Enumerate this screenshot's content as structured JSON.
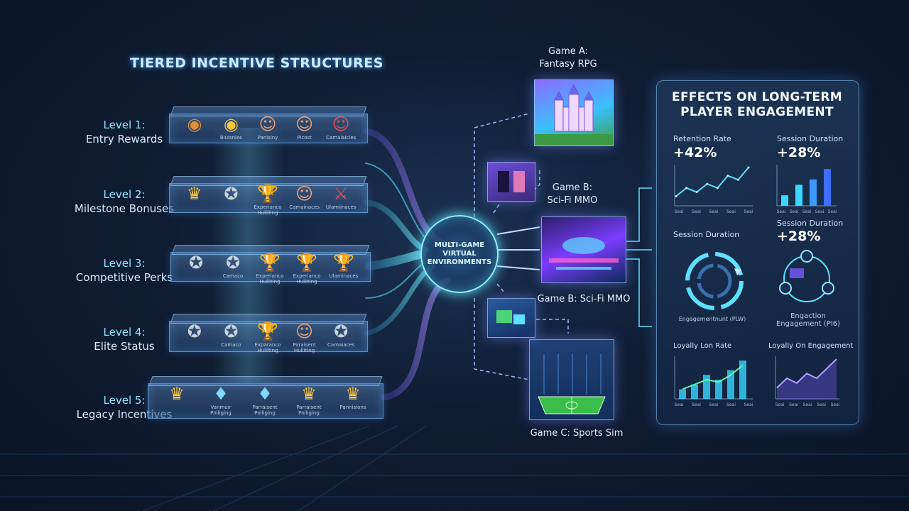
{
  "title": "TIERED INCENTIVE STRUCTURES",
  "levels": [
    {
      "num": "Level 5:",
      "name": "Legacy Incentives",
      "slots": [
        {
          "icon": "crown-icon",
          "glyph": "♛",
          "color": "#f5c542",
          "caption": ""
        },
        {
          "icon": "diamond-icon",
          "glyph": "♦",
          "color": "#7fd8ff",
          "caption": "Vanmuir Pniliging"
        },
        {
          "icon": "diamond-icon",
          "glyph": "♦",
          "color": "#7fd8ff",
          "caption": "Parraisent Pniliging"
        },
        {
          "icon": "crown-icon",
          "glyph": "♛",
          "color": "#f5c542",
          "caption": "Parraisent Pniliging"
        },
        {
          "icon": "crown-icon",
          "glyph": "♛",
          "color": "#f5c542",
          "caption": "Pannisions"
        }
      ]
    },
    {
      "num": "Level 4:",
      "name": "Elite Status",
      "slots": [
        {
          "icon": "medal-icon",
          "glyph": "✪",
          "color": "#c9d3de",
          "caption": ""
        },
        {
          "icon": "medal-icon",
          "glyph": "✪",
          "color": "#c9d3de",
          "caption": "Camaco"
        },
        {
          "icon": "trophy-icon",
          "glyph": "🏆",
          "color": "#f5c542",
          "caption": "Exparanco Huliiting"
        },
        {
          "icon": "avatar-icon",
          "glyph": "☺",
          "color": "#e8a070",
          "caption": "Paraisent Huliiting"
        },
        {
          "icon": "star-medal-icon",
          "glyph": "✪",
          "color": "#c9d3de",
          "caption": "Camaiaces"
        }
      ]
    },
    {
      "num": "Level 3:",
      "name": "Competitive Perks",
      "slots": [
        {
          "icon": "medal-icon",
          "glyph": "✪",
          "color": "#c9d3de",
          "caption": ""
        },
        {
          "icon": "medal-icon",
          "glyph": "✪",
          "color": "#c9d3de",
          "caption": "Camaco"
        },
        {
          "icon": "trophy-icon",
          "glyph": "🏆",
          "color": "#f5c542",
          "caption": "Experianco Huliiting"
        },
        {
          "icon": "trophy-icon",
          "glyph": "🏆",
          "color": "#f5c542",
          "caption": "Experianco Huliiting"
        },
        {
          "icon": "trophy-icon",
          "glyph": "🏆",
          "color": "#f5c542",
          "caption": "Ulaminaces"
        }
      ]
    },
    {
      "num": "Level 2:",
      "name": "Milestone Bonuses",
      "slots": [
        {
          "icon": "crown-icon",
          "glyph": "♛",
          "color": "#f5c542",
          "caption": ""
        },
        {
          "icon": "medal-icon",
          "glyph": "✪",
          "color": "#c9d3de",
          "caption": ""
        },
        {
          "icon": "trophy-icon",
          "glyph": "🏆",
          "color": "#f5c542",
          "caption": "Experianco Huliiting"
        },
        {
          "icon": "character-icon",
          "glyph": "☺",
          "color": "#e8a070",
          "caption": "Camainaces"
        },
        {
          "icon": "weapon-icon",
          "glyph": "⚔",
          "color": "#e05050",
          "caption": "Ulamiinaces"
        }
      ]
    },
    {
      "num": "Level 1:",
      "name": "Entry Rewards",
      "slots": [
        {
          "icon": "coins-icon",
          "glyph": "◉",
          "color": "#e0903a",
          "caption": ""
        },
        {
          "icon": "coins-icon",
          "glyph": "◉",
          "color": "#f5c542",
          "caption": "Biulsnies"
        },
        {
          "icon": "avatar-icon",
          "glyph": "☺",
          "color": "#e8a070",
          "caption": "Panisiny"
        },
        {
          "icon": "avatar-icon",
          "glyph": "☺",
          "color": "#e8a070",
          "caption": "Picost"
        },
        {
          "icon": "avatar-icon",
          "glyph": "☺",
          "color": "#e05050",
          "caption": "Camaiaicies"
        }
      ]
    }
  ],
  "hub": {
    "label": "MULTI-GAME VIRTUAL ENVIRONMENTS"
  },
  "games": {
    "a_line1": "Game A:",
    "a_line2": "Fantasy RPG",
    "b_line1": "Game B:",
    "b_line2": "Sci-Fi MMO",
    "b_repeat": "Game B: Sci-Fi MMO",
    "c": "Game C: Sports Sim"
  },
  "effects": {
    "title": "EFFECTS ON LONG-TERM PLAYER ENGAGEMENT",
    "retention": {
      "label": "Retention Rate",
      "value": "+42%"
    },
    "session_top": {
      "label": "Session Duration",
      "value": "+28%"
    },
    "session_mid": {
      "label": "Session Duration"
    },
    "session_right": {
      "label": "Session Duration",
      "value": "+28%"
    },
    "cycle_left_caption": "Engagementnunt (PLW)",
    "cycle_right_caption": "Engaction Engagement (PI6)",
    "loyalty_left": "Loyally Lon Rate",
    "loyalty_right": "Loyally On Engagement",
    "tick": "Seai"
  },
  "chart_data": [
    {
      "type": "line",
      "series": [
        {
          "values": [
            2,
            4,
            3,
            5,
            4,
            7,
            6,
            9
          ]
        }
      ]
    },
    {
      "type": "bar",
      "values": [
        2,
        4,
        5,
        7
      ]
    },
    {
      "type": "bar",
      "values": [
        2,
        3,
        5,
        4,
        6,
        8
      ],
      "trend": [
        2,
        3,
        4,
        3.5,
        5,
        7
      ]
    },
    {
      "type": "area",
      "series": [
        {
          "values": [
            2,
            4,
            3,
            5,
            4,
            6,
            8
          ]
        }
      ]
    }
  ],
  "colors": {
    "accent": "#5ee0ff",
    "purple": "#9c7bff",
    "gold": "#f5c542"
  }
}
